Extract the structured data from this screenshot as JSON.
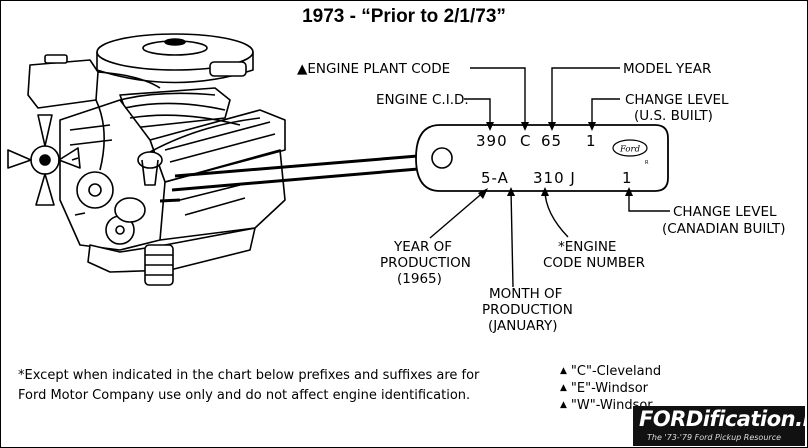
{
  "title": "1973 - “Prior to 2/1/73”",
  "labels": {
    "engine_plant_code": "▲ENGINE PLANT CODE",
    "model_year": "MODEL YEAR",
    "engine_cid": "ENGINE C.I.D.",
    "change_level_us_1": "CHANGE LEVEL",
    "change_level_us_2": "(U.S. BUILT)",
    "change_level_can_1": "CHANGE LEVEL",
    "change_level_can_2": "(CANADIAN BUILT)",
    "year_prod_1": "YEAR OF",
    "year_prod_2": "PRODUCTION",
    "year_prod_3": "(1965)",
    "engine_code_1": "*ENGINE",
    "engine_code_2": "CODE NUMBER",
    "month_prod_1": "MONTH OF",
    "month_prod_2": "PRODUCTION",
    "month_prod_3": "(JANUARY)"
  },
  "tag": {
    "cid": "390",
    "plant": "C",
    "model_year": "65",
    "change_us": "1",
    "year_month": "5-A",
    "engine_code": "310 J",
    "change_can": "1",
    "logo": "Ford",
    "registered": "R"
  },
  "footnote": {
    "line1": "*Except when indicated in the chart below prefixes and suffixes are for",
    "line2": "Ford Motor Company use only and do not affect engine identification."
  },
  "legend": [
    "\"C\"-Cleveland",
    "\"E\"-Windsor",
    "\"W\"-Windsor"
  ],
  "brand": {
    "name": "FORDification.net",
    "tagline": "The '73-'79 Ford Pickup Resource"
  }
}
